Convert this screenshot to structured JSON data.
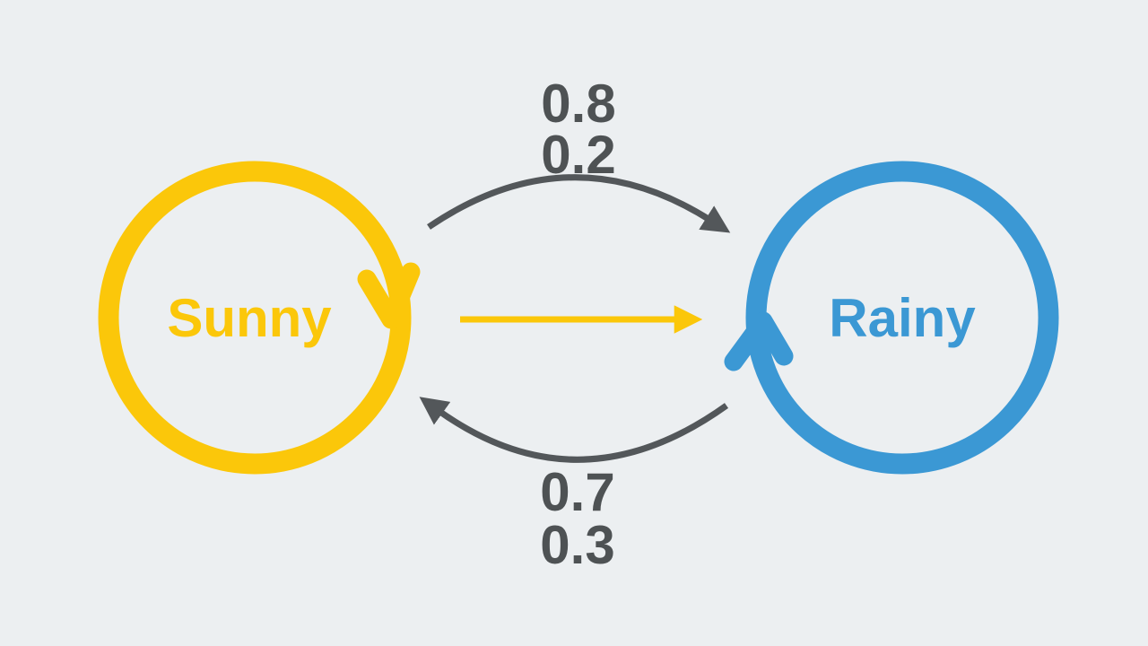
{
  "diagram": {
    "type": "markov-chain-state-diagram",
    "colors": {
      "background": "#ECEFF1",
      "sunny_yellow": "#FBC70A",
      "rainy_blue": "#3B98D4",
      "arrow_gray": "#53575A",
      "label_gray": "#4E5254"
    },
    "states": {
      "sunny": {
        "label": "Sunny"
      },
      "rainy": {
        "label": "Rainy"
      }
    },
    "edge_labels": {
      "top": {
        "line1": "0.8",
        "line2": "0.2"
      },
      "bottom": {
        "line1": "0.7",
        "line2": "0.3"
      }
    },
    "transitions": [
      {
        "from": "Sunny",
        "to": "Sunny",
        "probability": "0.8"
      },
      {
        "from": "Sunny",
        "to": "Rainy",
        "probability": "0.2"
      },
      {
        "from": "Rainy",
        "to": "Rainy",
        "probability": "0.7"
      },
      {
        "from": "Rainy",
        "to": "Sunny",
        "probability": "0.3"
      }
    ]
  }
}
